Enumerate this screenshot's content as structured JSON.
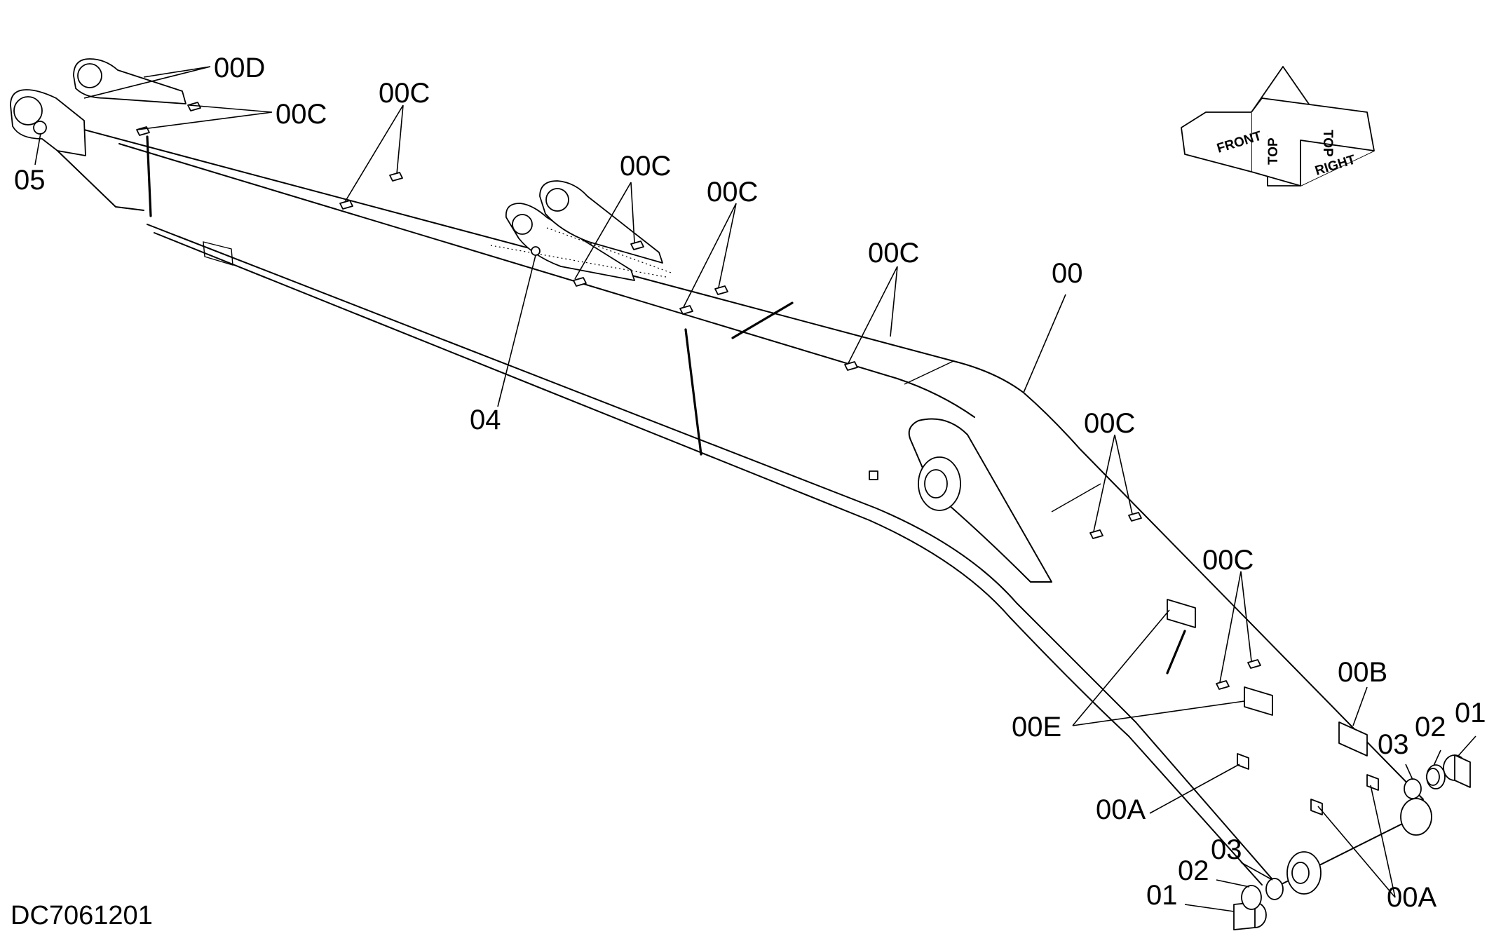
{
  "callouts": {
    "c_00D": "00D",
    "c_00C_a": "00C",
    "c_00C_b": "00C",
    "c_00C_c": "00C",
    "c_00C_d": "00C",
    "c_00C_e": "00C",
    "c_00C_f": "00C",
    "c_00C_g": "00C",
    "c_05": "05",
    "c_04": "04",
    "c_00": "00",
    "c_00E": "00E",
    "c_00A_a": "00A",
    "c_00A_b": "00A",
    "c_00B": "00B",
    "c_01_a": "01",
    "c_02_a": "02",
    "c_03_a": "03",
    "c_01_b": "01",
    "c_02_b": "02",
    "c_03_b": "03"
  },
  "orientation_icon": {
    "front": "FRONT",
    "top_a": "TOP",
    "top_b": "TOP",
    "right": "RIGHT"
  },
  "document_id": "DC7061201"
}
